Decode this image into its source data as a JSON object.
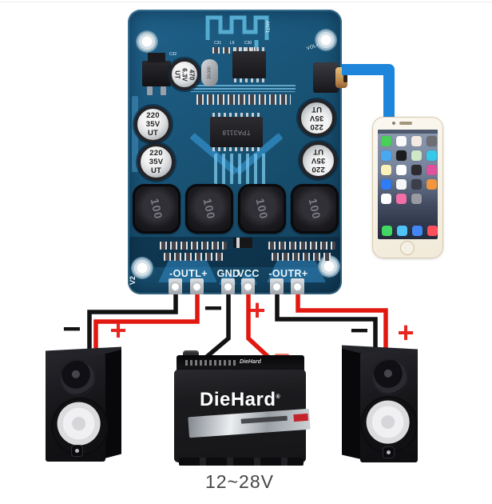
{
  "colors": {
    "background": "#ffffff",
    "pcb": "#174e6d",
    "trace": "#3189c2",
    "silkscreen": "#ecf7fd",
    "cable_blue": "#1d86db",
    "wire_black": "#121212",
    "wire_red": "#e2170f",
    "plus_red": "#e8251f",
    "battery_red": "#c3242a"
  },
  "board": {
    "version": "V2",
    "antenna_ref": "ANT1",
    "volume_ref": "VOL+",
    "amplifier_chip": "TPA3118",
    "crystal_freq": "24.000",
    "cap_ref": "C32",
    "input_cap_lines": [
      "470",
      "6.3V",
      "UT"
    ],
    "bulk_cap_lines": [
      "220",
      "35V",
      "UT"
    ],
    "inductor_value": "100",
    "top_component_refs": [
      "C31",
      "L6",
      "C30"
    ],
    "terminals": {
      "left_out": "-OUTL+",
      "gnd": "GND",
      "vcc": "VCC",
      "right_out": "-OUTR+"
    }
  },
  "polarity": {
    "minus": "−",
    "plus": "+"
  },
  "battery": {
    "brand": "DieHard",
    "reg_mark": "®",
    "voltage_range": "12~28V"
  },
  "phone": {
    "app_rows": [
      [
        "#47d158",
        "#fafafa",
        "#f3e9e2",
        "#6d6d72"
      ],
      [
        "#4aa8f0",
        "#1c1c1e",
        "#cfe8c8",
        "#35c8e8"
      ],
      [
        "#fdf2b8",
        "#ffffff",
        "#2b2b30",
        "#e0529c"
      ],
      [
        "#2f7cf6",
        "#f6f6f6",
        "#3c3f4a",
        "#f2953f"
      ],
      [
        "#ffffff",
        "#f26fa8",
        "#9a9aa2"
      ]
    ],
    "dock": [
      "#42d663",
      "#4fc3f7",
      "#4286f5",
      "#fb4f5c"
    ]
  }
}
